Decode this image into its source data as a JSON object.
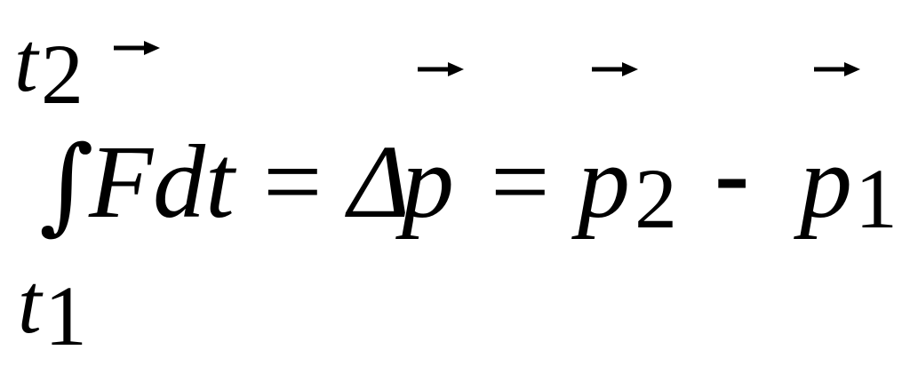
{
  "equation": {
    "upper_limit": "t",
    "upper_limit_sub": "2",
    "lower_limit": "t",
    "lower_limit_sub": "1",
    "integral_sign": "∫",
    "integrand_F": "F",
    "integrand_dt": "dt",
    "equals_1": "=",
    "delta": "Δ",
    "p_delta": "p",
    "equals_2": "=",
    "p2": "p",
    "p2_sub": "2",
    "minus": "-",
    "p1": "p",
    "p1_sub": "1"
  },
  "colors": {
    "text": "#000000",
    "background": "#ffffff"
  }
}
